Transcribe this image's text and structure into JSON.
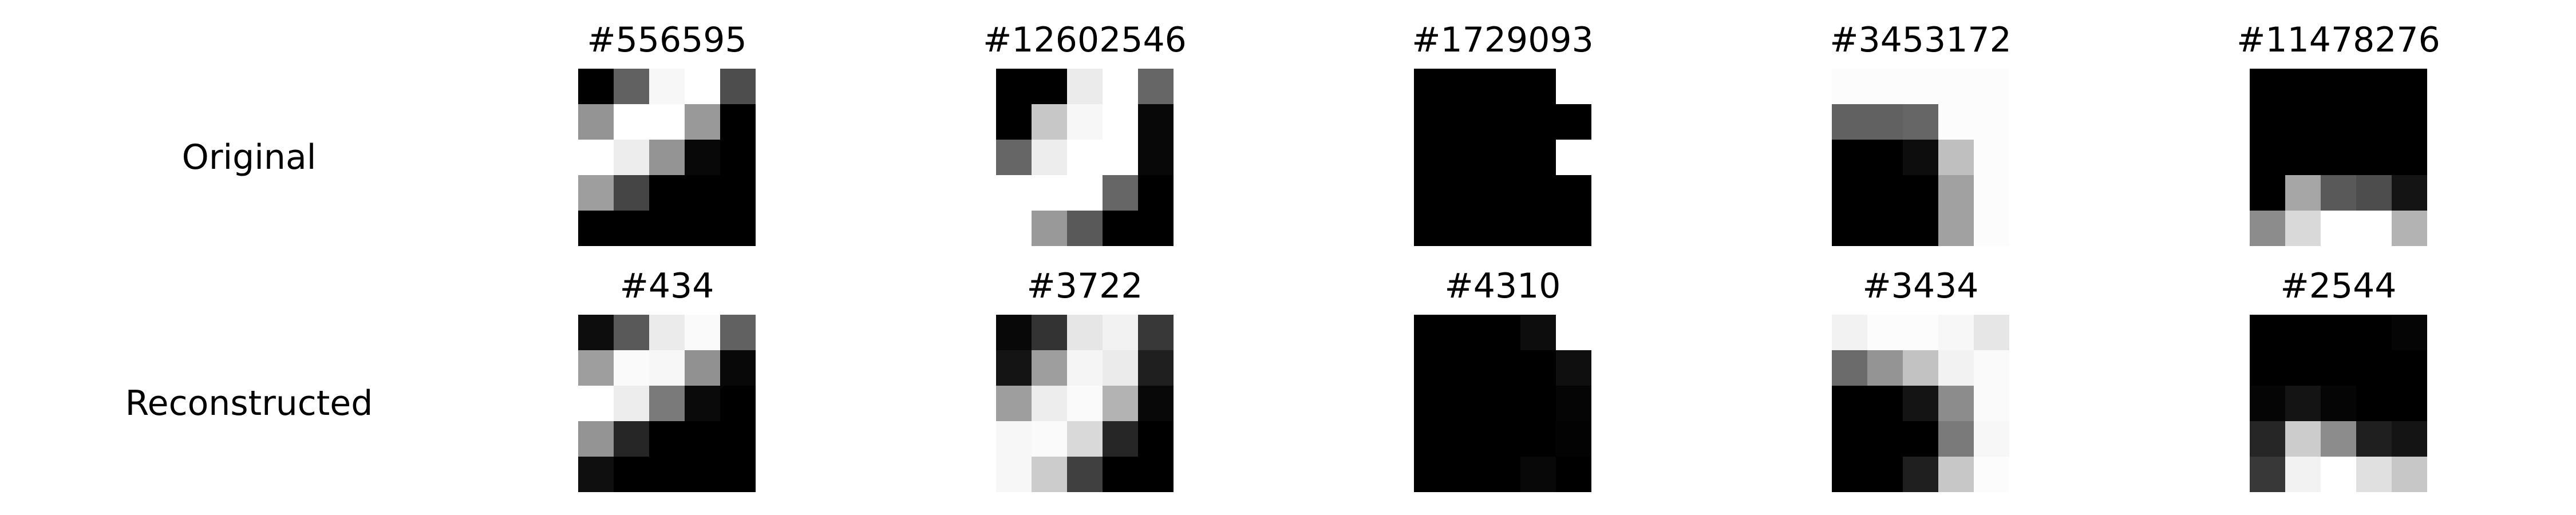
{
  "chart_data": {
    "type": "heatmap",
    "colormap": "grayscale",
    "value_range": [
      0,
      1
    ],
    "rows": [
      {
        "label": "Original",
        "panels": [
          {
            "title": "#556595",
            "grid": [
              [
                0.0,
                0.38,
                0.97,
                1.0,
                0.3
              ],
              [
                0.58,
                1.0,
                1.0,
                0.6,
                0.0
              ],
              [
                1.0,
                0.93,
                0.58,
                0.03,
                0.0
              ],
              [
                0.62,
                0.27,
                0.0,
                0.0,
                0.0
              ],
              [
                0.0,
                0.0,
                0.0,
                0.0,
                0.0
              ]
            ]
          },
          {
            "title": "#12602546",
            "grid": [
              [
                0.0,
                0.0,
                0.92,
                1.0,
                0.4
              ],
              [
                0.0,
                0.78,
                0.97,
                1.0,
                0.03
              ],
              [
                0.4,
                0.93,
                1.0,
                1.0,
                0.03
              ],
              [
                1.0,
                1.0,
                1.0,
                0.4,
                0.0
              ],
              [
                1.0,
                0.6,
                0.35,
                0.0,
                0.0
              ]
            ]
          },
          {
            "title": "#1729093",
            "grid": [
              [
                0.0,
                0.0,
                0.0,
                0.0,
                1.0
              ],
              [
                0.0,
                0.0,
                0.0,
                0.0,
                0.0
              ],
              [
                0.0,
                0.0,
                0.0,
                0.0,
                1.0
              ],
              [
                0.0,
                0.0,
                0.0,
                0.0,
                0.0
              ],
              [
                0.0,
                0.0,
                0.0,
                0.0,
                0.0
              ]
            ]
          },
          {
            "title": "#3453172",
            "grid": [
              [
                0.99,
                0.99,
                0.99,
                0.99,
                0.99
              ],
              [
                0.38,
                0.38,
                0.4,
                0.99,
                0.99
              ],
              [
                0.0,
                0.0,
                0.05,
                0.75,
                0.99
              ],
              [
                0.0,
                0.0,
                0.0,
                0.63,
                0.99
              ],
              [
                0.0,
                0.0,
                0.0,
                0.63,
                0.99
              ]
            ]
          },
          {
            "title": "#11478276",
            "grid": [
              [
                0.0,
                0.0,
                0.0,
                0.0,
                0.0
              ],
              [
                0.0,
                0.0,
                0.0,
                0.0,
                0.0
              ],
              [
                0.0,
                0.0,
                0.0,
                0.0,
                0.0
              ],
              [
                0.0,
                0.65,
                0.35,
                0.3,
                0.08
              ],
              [
                0.55,
                0.85,
                1.0,
                1.0,
                0.7
              ]
            ]
          }
        ]
      },
      {
        "label": "Reconstructed",
        "panels": [
          {
            "title": "#434",
            "grid": [
              [
                0.05,
                0.35,
                0.92,
                0.98,
                0.38
              ],
              [
                0.62,
                0.98,
                0.97,
                0.57,
                0.03
              ],
              [
                1.0,
                0.93,
                0.48,
                0.04,
                0.0
              ],
              [
                0.58,
                0.15,
                0.0,
                0.0,
                0.0
              ],
              [
                0.06,
                0.0,
                0.0,
                0.0,
                0.0
              ]
            ]
          },
          {
            "title": "#3722",
            "grid": [
              [
                0.03,
                0.2,
                0.9,
                0.95,
                0.22
              ],
              [
                0.08,
                0.62,
                0.96,
                0.92,
                0.12
              ],
              [
                0.62,
                0.93,
                0.98,
                0.7,
                0.03
              ],
              [
                0.97,
                0.98,
                0.85,
                0.15,
                0.0
              ],
              [
                0.97,
                0.8,
                0.25,
                0.0,
                0.0
              ]
            ]
          },
          {
            "title": "#4310",
            "grid": [
              [
                0.0,
                0.0,
                0.0,
                0.05,
                1.0
              ],
              [
                0.0,
                0.0,
                0.0,
                0.0,
                0.06
              ],
              [
                0.0,
                0.0,
                0.0,
                0.0,
                0.02
              ],
              [
                0.0,
                0.0,
                0.0,
                0.0,
                0.01
              ],
              [
                0.0,
                0.0,
                0.0,
                0.03,
                0.0
              ]
            ]
          },
          {
            "title": "#3434",
            "grid": [
              [
                0.95,
                0.99,
                0.99,
                0.97,
                0.9
              ],
              [
                0.42,
                0.58,
                0.76,
                0.95,
                0.98
              ],
              [
                0.0,
                0.0,
                0.08,
                0.55,
                0.98
              ],
              [
                0.0,
                0.0,
                0.0,
                0.48,
                0.97
              ],
              [
                0.0,
                0.0,
                0.12,
                0.78,
                0.99
              ]
            ]
          },
          {
            "title": "#2544",
            "grid": [
              [
                0.0,
                0.0,
                0.0,
                0.0,
                0.02
              ],
              [
                0.0,
                0.0,
                0.0,
                0.0,
                0.0
              ],
              [
                0.02,
                0.08,
                0.02,
                0.0,
                0.0
              ],
              [
                0.15,
                0.8,
                0.55,
                0.12,
                0.08
              ],
              [
                0.22,
                0.95,
                1.0,
                0.88,
                0.78
              ]
            ]
          }
        ]
      }
    ]
  }
}
